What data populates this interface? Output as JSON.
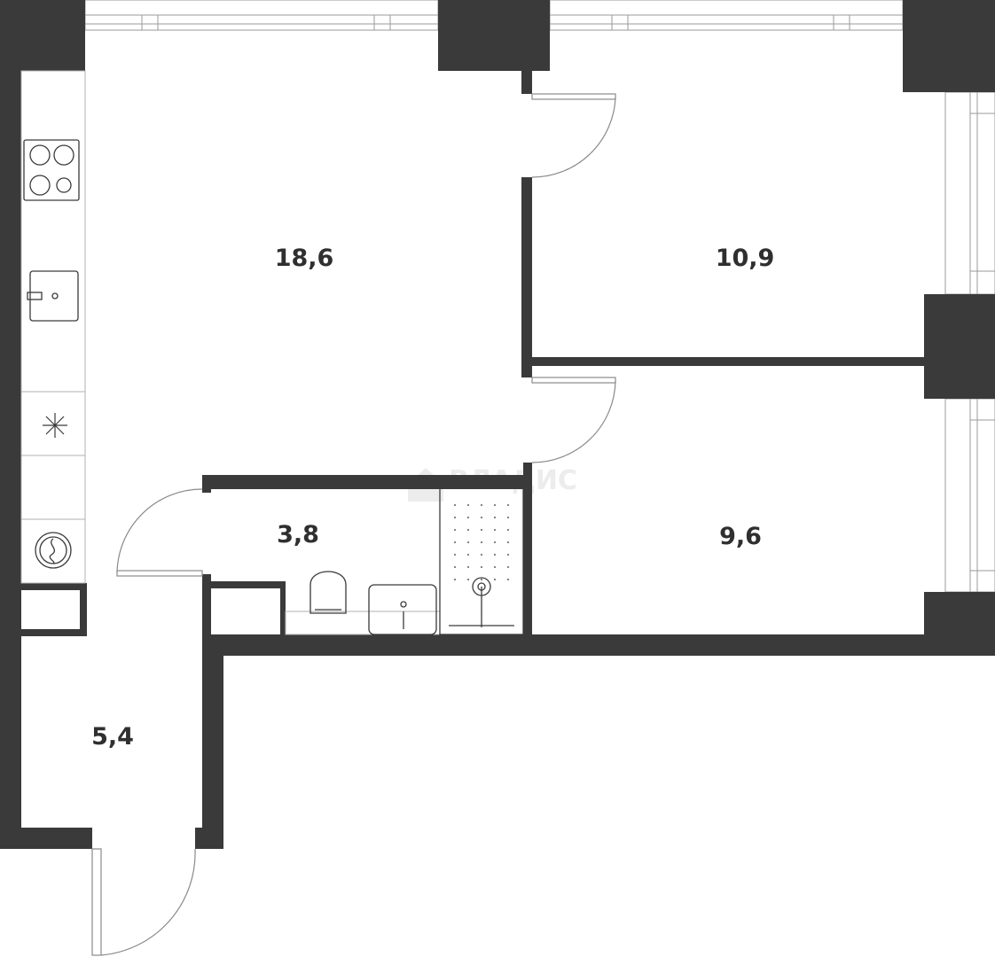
{
  "plan": {
    "rooms": [
      {
        "id": "living-kitchen",
        "area": "18,6"
      },
      {
        "id": "bedroom-upper",
        "area": "10,9"
      },
      {
        "id": "bedroom-lower",
        "area": "9,6"
      },
      {
        "id": "bathroom",
        "area": "3,8"
      },
      {
        "id": "hallway",
        "area": "5,4"
      }
    ],
    "watermark": "ВЛАДИС",
    "colors": {
      "wall": "#3a3a3a",
      "line": "#8a8a8a",
      "text": "#2f2f2f",
      "background": "#ffffff"
    },
    "icons": [
      "stove-icon",
      "sink-icon",
      "fan-icon",
      "washing-machine-icon",
      "toilet-icon",
      "washbasin-icon",
      "shower-icon",
      "house-logo-icon"
    ]
  }
}
